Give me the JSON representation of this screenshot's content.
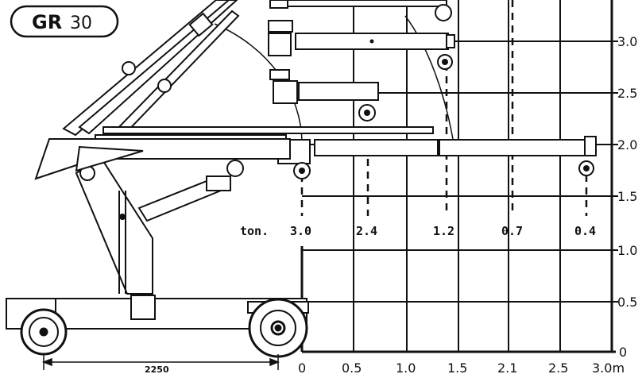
{
  "model_badge": {
    "bold": "GR",
    "light": "30"
  },
  "unit_label": "ton.",
  "load_labels": [
    "3.0",
    "2.4",
    "1.2",
    "0.7",
    "0.4"
  ],
  "height_axis": {
    "labels": [
      "3.0",
      "2.5",
      "2.0",
      "1.5",
      "1.0",
      "0.5",
      "0"
    ]
  },
  "reach_axis": {
    "labels": [
      "0",
      "0.5",
      "1.0",
      "1.5",
      "2.1",
      "2.5",
      "3.0m"
    ]
  },
  "wheelbase_label": "2250"
}
